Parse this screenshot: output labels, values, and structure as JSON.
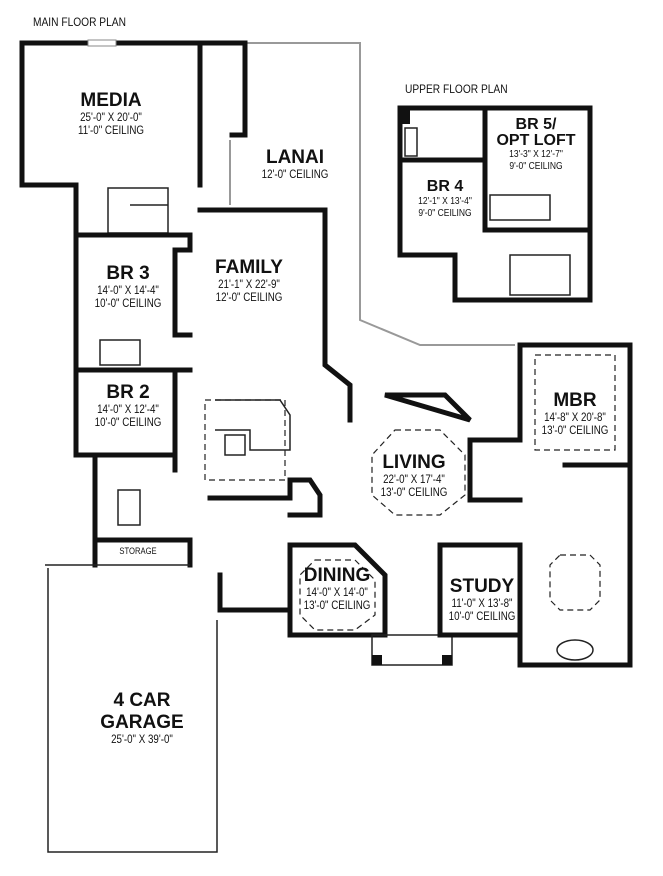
{
  "titles": {
    "main": "MAIN FLOOR PLAN",
    "upper": "UPPER FLOOR PLAN"
  },
  "rooms": {
    "media": {
      "name": "MEDIA",
      "size": "25'-0\" X 20'-0\"",
      "ceiling": "11'-0\" CEILING"
    },
    "lanai": {
      "name": "LANAI",
      "ceiling": "12'-0\" CEILING"
    },
    "family": {
      "name": "FAMILY",
      "size": "21'-1\" X 22'-9\"",
      "ceiling": "12'-0\" CEILING"
    },
    "br3": {
      "name": "BR 3",
      "size": "14'-0\" X 14'-4\"",
      "ceiling": "10'-0\" CEILING"
    },
    "br2": {
      "name": "BR 2",
      "size": "14'-0\" X 12'-4\"",
      "ceiling": "10'-0\" CEILING"
    },
    "storage": {
      "name": "STORAGE"
    },
    "garage": {
      "name": "4 CAR",
      "name2": "GARAGE",
      "size": "25'-0\" X 39'-0\""
    },
    "living": {
      "name": "LIVING",
      "size": "22'-0\" X 17'-4\"",
      "ceiling": "13'-0\" CEILING"
    },
    "dining": {
      "name": "DINING",
      "size": "14'-0\" X 14'-0\"",
      "ceiling": "13'-0\" CEILING"
    },
    "study": {
      "name": "STUDY",
      "size": "11'-0\" X 13'-8\"",
      "ceiling": "10'-0\" CEILING"
    },
    "mbr": {
      "name": "MBR",
      "size": "14'-8\" X 20'-8\"",
      "ceiling": "13'-0\" CEILING"
    },
    "br4": {
      "name": "BR 4",
      "size": "12'-1\" X 13'-4\"",
      "ceiling": "9'-0\" CEILING"
    },
    "br5": {
      "name": "BR 5/",
      "name2": "OPT LOFT",
      "size": "13'-3\" X 12'-7\"",
      "ceiling": "9'-0\" CEILING"
    }
  }
}
